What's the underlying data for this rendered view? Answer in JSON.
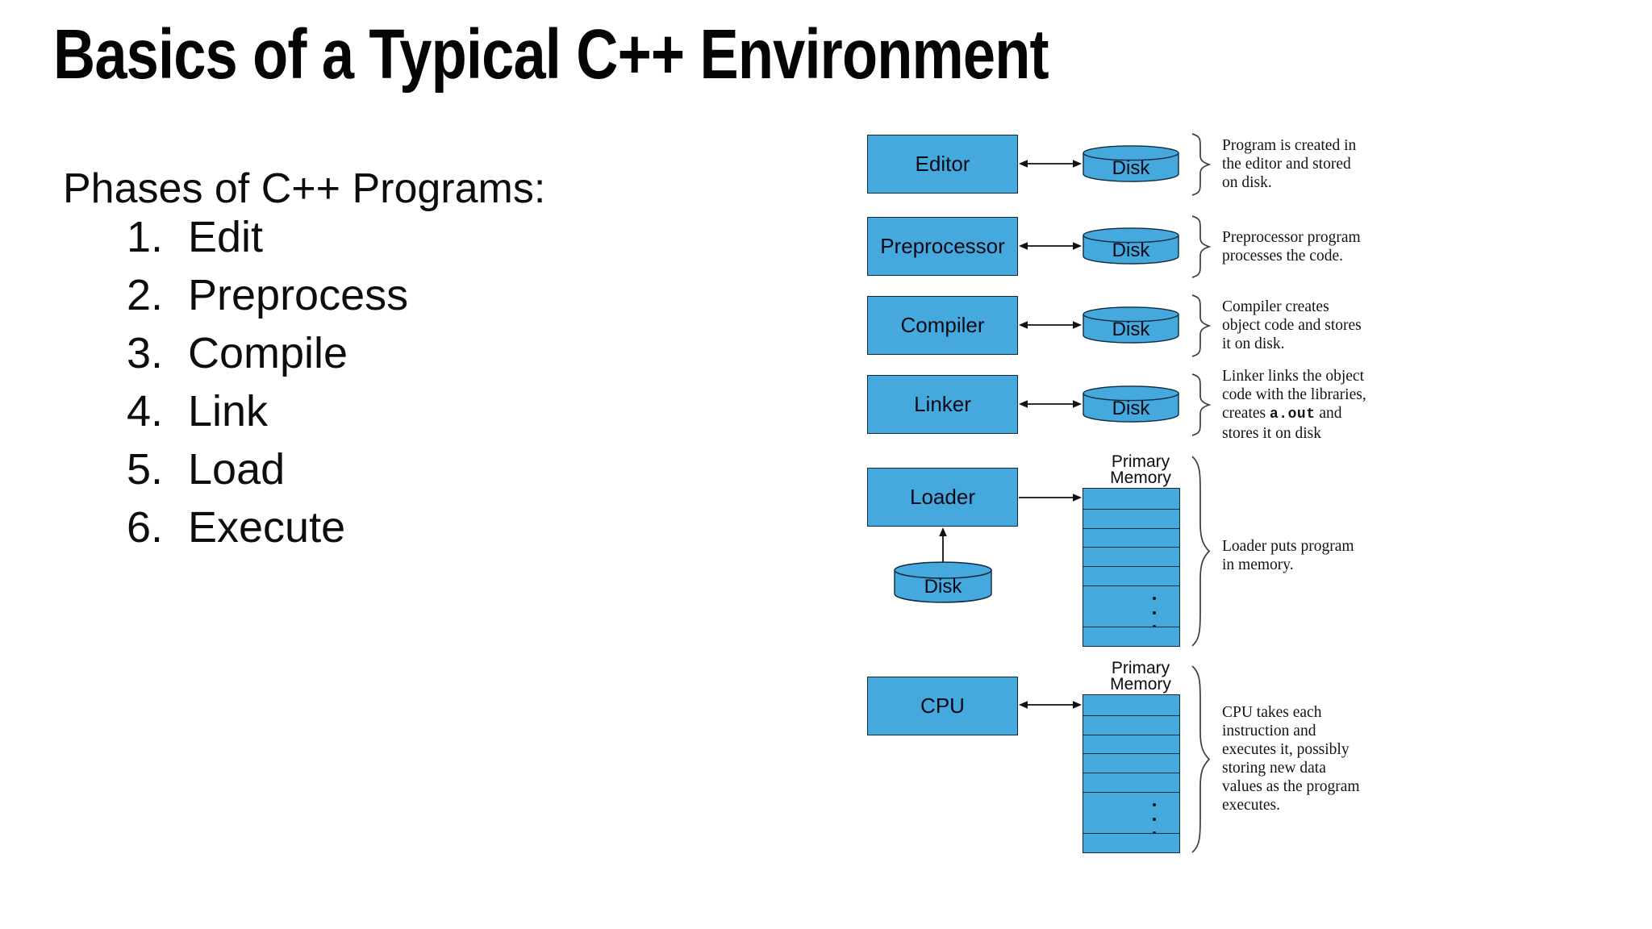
{
  "slide": {
    "title": "Basics of a Typical C++ Environment",
    "subtitle": "Phases of C++ Programs:",
    "phases": [
      {
        "n": "1.",
        "label": "Edit"
      },
      {
        "n": "2.",
        "label": "Preprocess"
      },
      {
        "n": "3.",
        "label": "Compile"
      },
      {
        "n": "4.",
        "label": "Link"
      },
      {
        "n": "5.",
        "label": "Load"
      },
      {
        "n": "6.",
        "label": "Execute"
      }
    ]
  },
  "diagram": {
    "rows": [
      {
        "box": "Editor",
        "disk": "Disk",
        "lines": [
          "Program is created in",
          "the editor and stored",
          "on disk."
        ]
      },
      {
        "box": "Preprocessor",
        "disk": "Disk",
        "lines": [
          "Preprocessor program",
          "processes the code."
        ]
      },
      {
        "box": "Compiler",
        "disk": "Disk",
        "lines": [
          "Compiler creates",
          "object code and stores",
          "it on disk."
        ]
      },
      {
        "box": "Linker",
        "disk": "Disk",
        "lines": [
          "Linker links the object",
          "code with the libraries,"
        ],
        "code_line": {
          "pre": "creates ",
          "code": "a.out",
          "post": " and"
        },
        "last_line": "stores it on disk"
      }
    ],
    "loader": {
      "box": "Loader",
      "disk": "Disk",
      "memory_title": [
        "Primary",
        "Memory"
      ],
      "lines": [
        "Loader puts program",
        "in memory."
      ]
    },
    "cpu": {
      "box": "CPU",
      "memory_title": [
        "Primary",
        "Memory"
      ],
      "lines": [
        "CPU takes each",
        "instruction and",
        "executes it, possibly",
        "storing new data",
        "values as the program",
        "executes."
      ]
    },
    "colors": {
      "node_fill": "#45A9DE",
      "node_border": "#0F2A3F",
      "brace": "#3D3D3D"
    }
  }
}
